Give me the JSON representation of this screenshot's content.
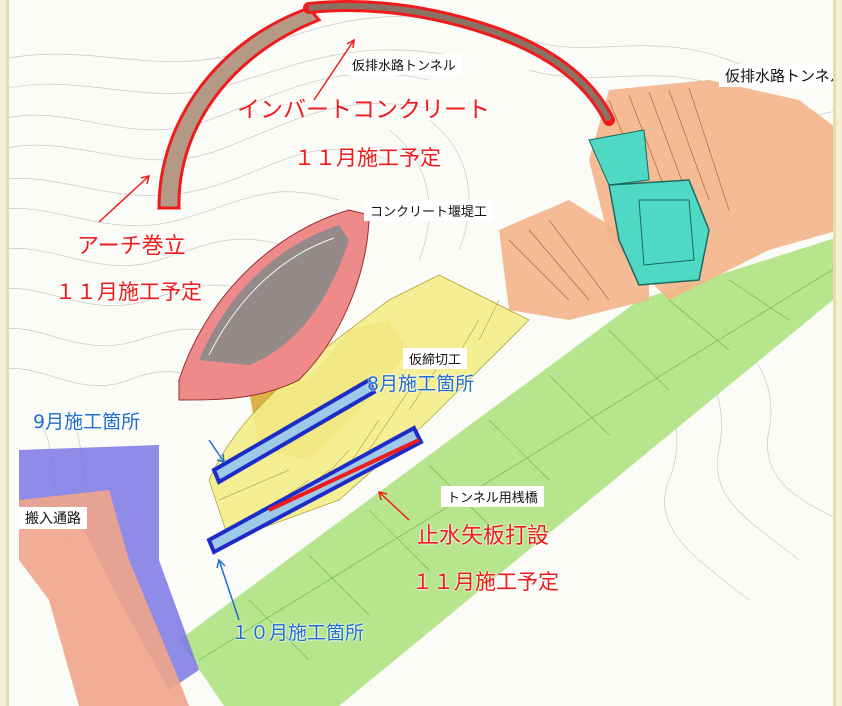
{
  "labels": {
    "tunnel_top": "仮排水路トンネル",
    "tunnel_right": "仮排水路トンネル",
    "weir": "コンクリート堰堤工",
    "cutoff": "仮締切工",
    "bridge": "トンネル用桟橋",
    "access_road": "搬入通路"
  },
  "annotations": {
    "invert_title": "インバートコンクリート",
    "invert_sched": "１１月施工予定",
    "arch_title": "アーチ巻立",
    "arch_sched": "１１月施工予定",
    "sheet_title": "止水矢板打設",
    "sheet_sched": "１１月施工予定",
    "aug": "8月施工箇所",
    "sep": "9月施工箇所",
    "oct": "１０月施工箇所"
  },
  "colors": {
    "red": "#ee1c1c",
    "blue": "#1f6fd1",
    "green_bridge": "#a9e07a",
    "orange_site": "#f3b48a",
    "purple_road": "#7b77e6",
    "yellow_cut": "#f5ee8a",
    "teal_inlet": "#4fd8c4",
    "pink_weir": "#ee8a8a",
    "ochre_fill": "#d9a526"
  }
}
